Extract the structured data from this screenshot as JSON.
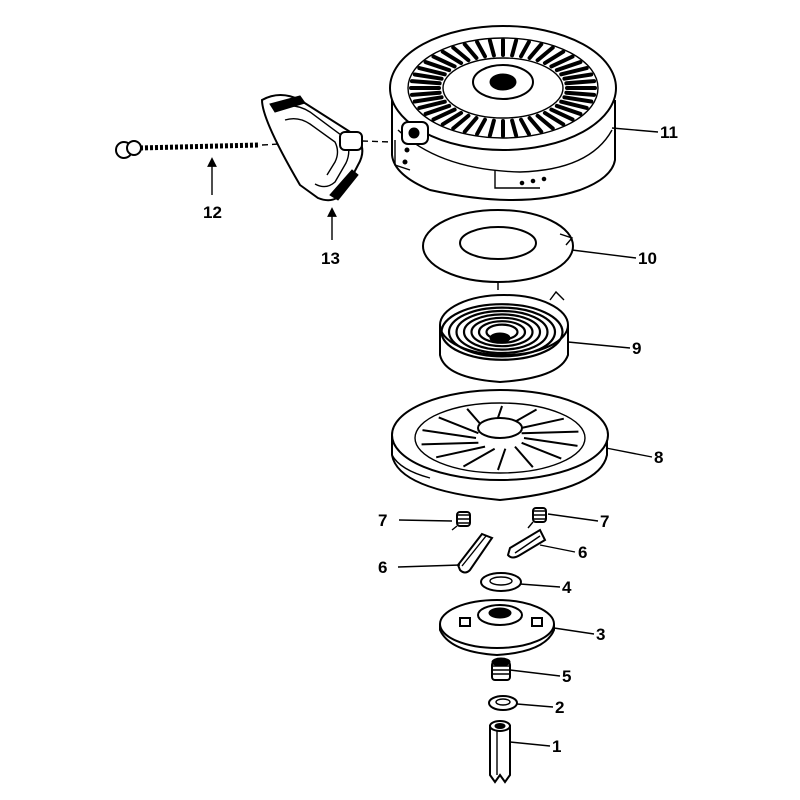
{
  "diagram": {
    "callouts": {
      "p1": "1",
      "p2": "2",
      "p3": "3",
      "p4": "4",
      "p5": "5",
      "p6a": "6",
      "p6b": "6",
      "p7a": "7",
      "p7b": "7",
      "p8": "8",
      "p9": "9",
      "p10": "10",
      "p11": "11",
      "p12": "12",
      "p13": "13"
    },
    "colors": {
      "ink": "#000000",
      "paper": "#ffffff"
    }
  }
}
